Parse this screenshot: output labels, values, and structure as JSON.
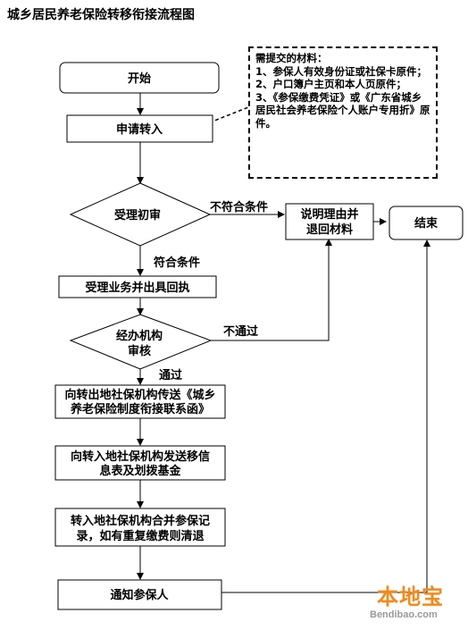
{
  "title": "城乡居民养老保险转移衔接流程图",
  "nodes": {
    "start": "开始",
    "apply": "申请转入",
    "initial_review": "受理初审",
    "explain_return_l1": "说明理由并",
    "explain_return_l2": "退回材料",
    "end": "结束",
    "accept_receipt": "受理业务并出具回执",
    "agency_review_l1": "经办机构",
    "agency_review_l2": "审核",
    "send_letter_l1": "向转出地社保机构传送《城乡",
    "send_letter_l2": "养老保险制度衔接联系函》",
    "send_info_l1": "向转入地社保机构发送移信",
    "send_info_l2": "息表及划拨基金",
    "merge_l1": "转入地社保机构合并参保记",
    "merge_l2": "录，如有重复缴费则清退",
    "notify": "通知参保人"
  },
  "edges": {
    "not_qualified": "不符合条件",
    "qualified": "符合条件",
    "not_passed": "不通过",
    "passed": "通过"
  },
  "materials": {
    "heading": "需提交的材料：",
    "item1": "1、参保人有效身份证或社保卡原件；",
    "item2": "2、户口簿户主页和本人页原件；",
    "item3": "3、《参保缴费凭证》或《广东省城乡居民社会养老保险个人账户专用折》原件。"
  },
  "watermark": {
    "logo": "本地宝",
    "url": "Bendibao.com"
  },
  "colors": {
    "line": "#000000",
    "watermark": "#f08a1d"
  }
}
